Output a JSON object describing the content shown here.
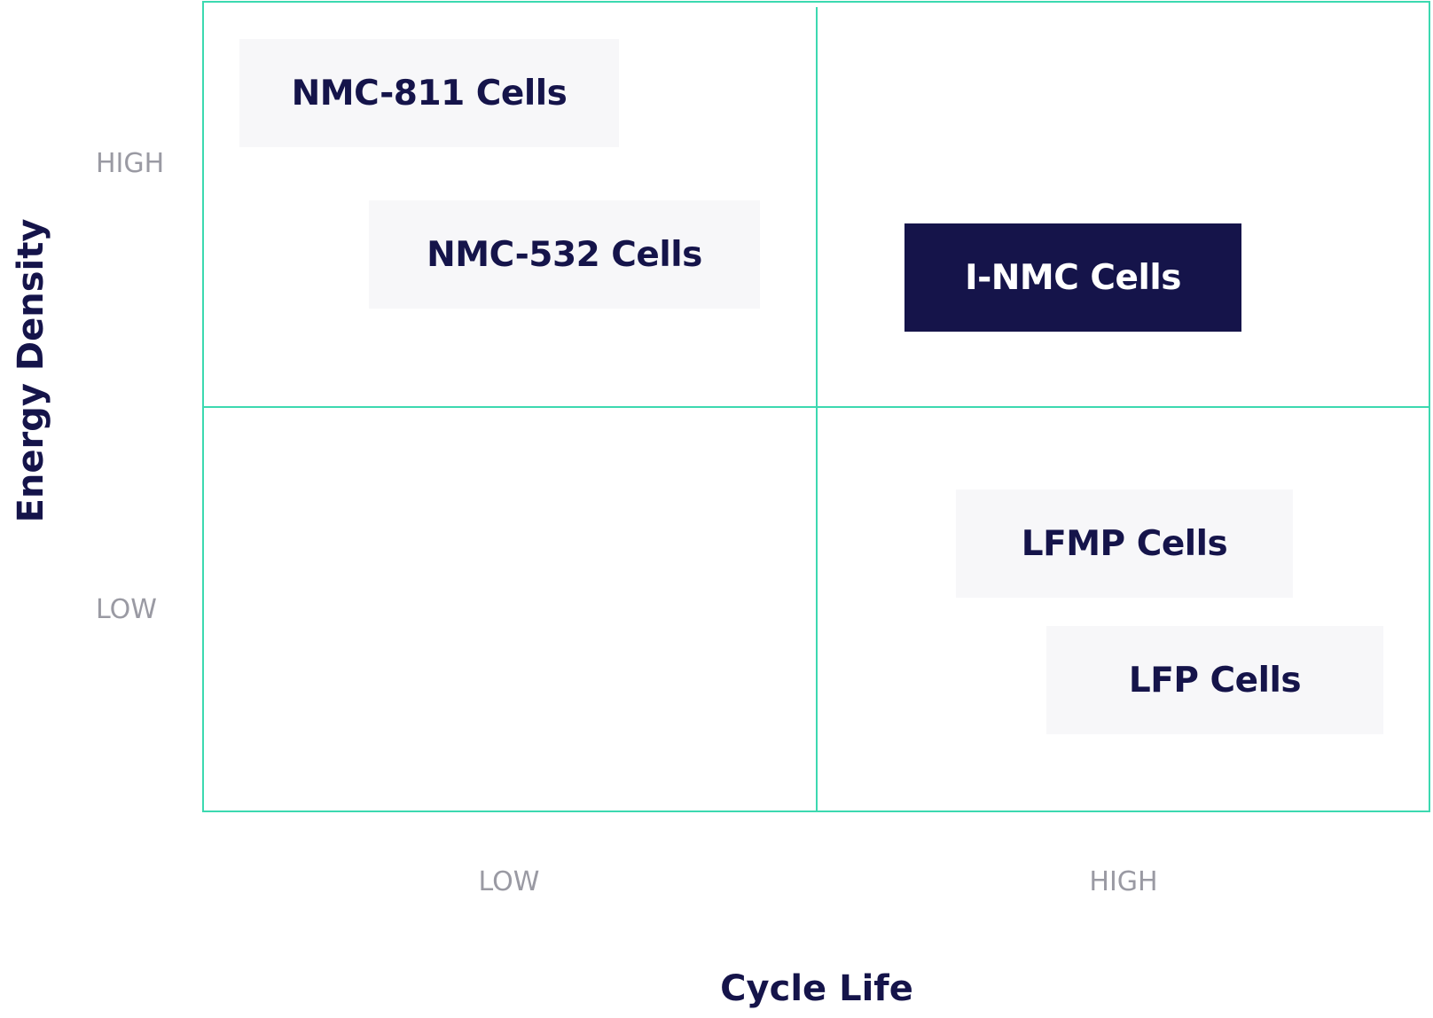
{
  "diagram": {
    "axes": {
      "x": {
        "title": "Cycle Life",
        "ticks": [
          "LOW",
          "HIGH"
        ]
      },
      "y": {
        "title": "Energy Density",
        "ticks": [
          "HIGH",
          "LOW"
        ]
      }
    },
    "items": [
      {
        "label": "NMC-811 Cells",
        "highlight": false
      },
      {
        "label": "NMC-532 Cells",
        "highlight": false
      },
      {
        "label": "I-NMC Cells",
        "highlight": true
      },
      {
        "label": "LFMP Cells",
        "highlight": false
      },
      {
        "label": "LFP Cells",
        "highlight": false
      }
    ],
    "colors": {
      "grid": "#3cd9b0",
      "navy": "#15144a",
      "box_fill": "#f7f7f9",
      "tick_text": "#9a9aa3"
    }
  }
}
